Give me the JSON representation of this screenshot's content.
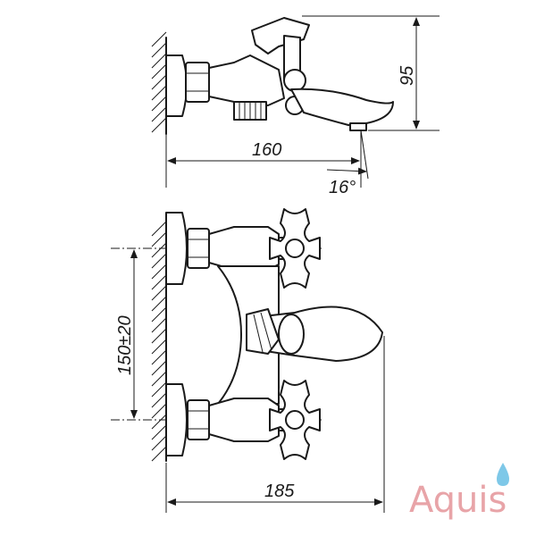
{
  "dimensions": {
    "height_top": "95",
    "length_top": "160",
    "angle_top": "16°",
    "centers_front": "150±20",
    "length_front": "185"
  },
  "brand": {
    "logo_text": "Aquis",
    "logo_color": "#e8a4a8",
    "drop_color": "#7ec8e8"
  }
}
